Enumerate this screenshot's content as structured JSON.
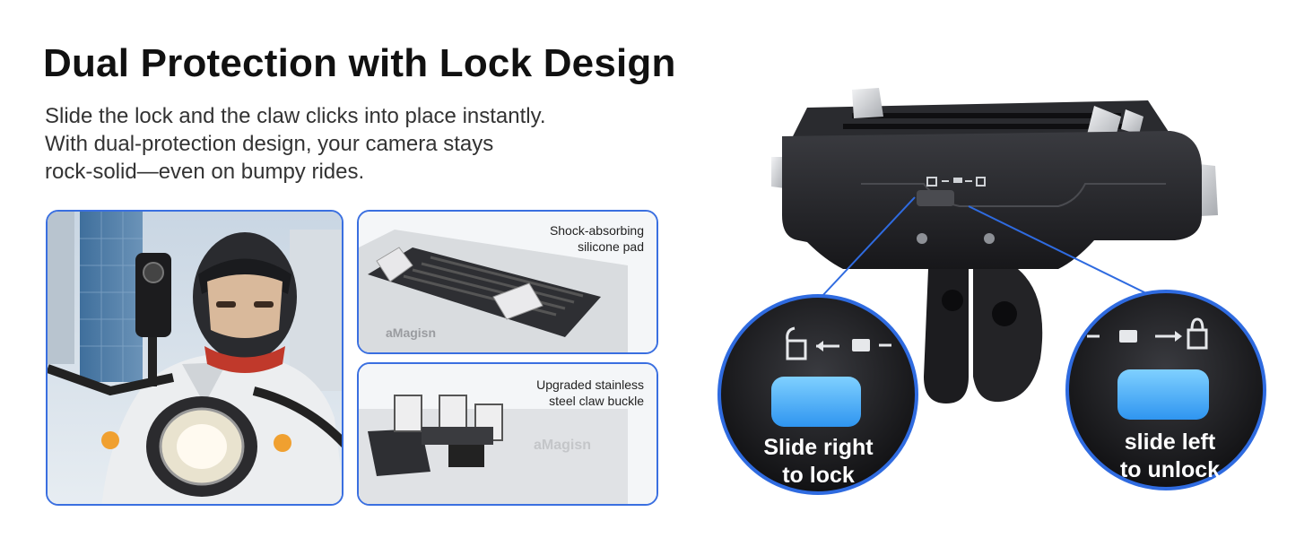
{
  "header": {
    "title": "Dual Protection with Lock Design",
    "description_lines": [
      "Slide the lock and the claw clicks into place instantly.",
      "With dual-protection design, your camera stays",
      "rock-solid—even on bumpy rides."
    ]
  },
  "panels": {
    "detail_top_caption": [
      "Shock-absorbing",
      "silicone pad"
    ],
    "detail_bottom_caption": [
      "Upgraded stainless",
      "steel claw buckle"
    ],
    "brand_mark": "aMagisn"
  },
  "callouts": {
    "lock": [
      "Slide right",
      "to lock"
    ],
    "unlock": [
      "slide left",
      "to unlock"
    ]
  },
  "colors": {
    "accent_border": "#3a6fe0",
    "slider_blue": "#3fa9ff",
    "body_dark": "#1f1f22"
  }
}
